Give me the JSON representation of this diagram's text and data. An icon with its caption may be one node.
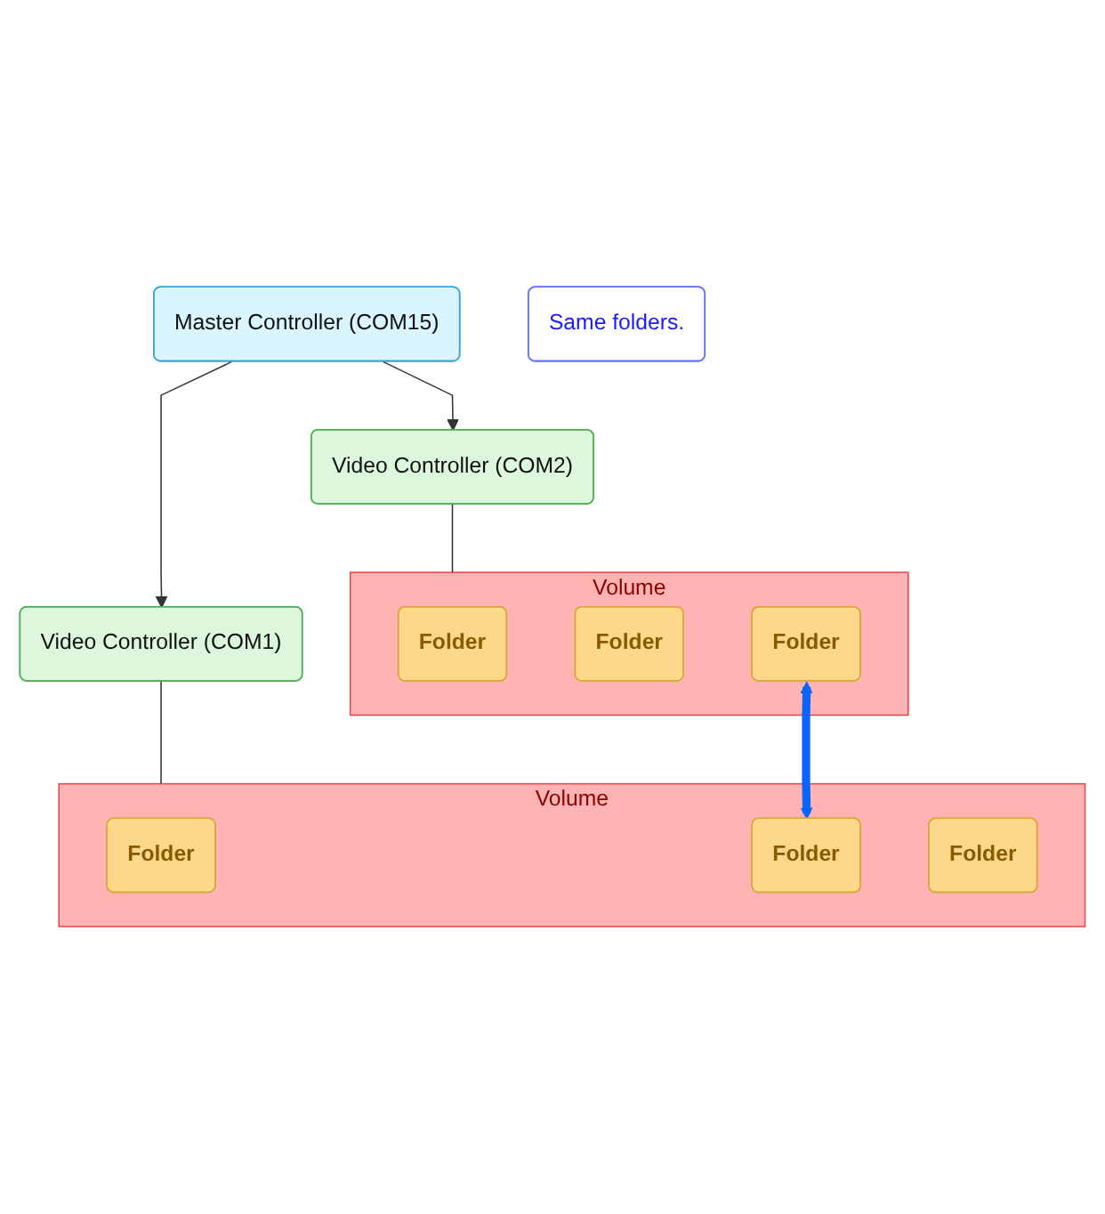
{
  "diagram": {
    "nodes": [
      {
        "text": [
          "Master Controller (COM15)"
        ]
      },
      {
        "text": [
          "Video Controller (COM2)"
        ]
      },
      {
        "text": [
          "Video Controller (COM1)"
        ]
      },
      {
        "text": [
          "Volume"
        ]
      },
      {
        "text": [
          "Folder"
        ],
        "in": 3
      },
      {
        "text": [
          "Folder"
        ],
        "in": 3
      },
      {
        "text": [
          "Folder"
        ],
        "in": 3
      },
      {
        "text": [
          "Volume"
        ]
      },
      {
        "text": [
          "Folder"
        ],
        "in": 7
      },
      {
        "text": [
          "Folder"
        ],
        "in": 7
      },
      {
        "text": [
          "Folder"
        ],
        "in": 7
      },
      {
        "text": [
          "Same folders."
        ]
      }
    ],
    "edges": [
      {
        "from": 0,
        "to": 1,
        "arrow": "to"
      },
      {
        "from": 0,
        "to": 2,
        "arrow": "to"
      },
      {
        "from": 1,
        "to": 3,
        "arrow": "none"
      },
      {
        "from": 2,
        "to": 7,
        "arrow": "none"
      },
      {
        "from": 6,
        "to": 9,
        "arrow": "both",
        "style": "thick",
        "color": "#0a64ff"
      }
    ]
  }
}
